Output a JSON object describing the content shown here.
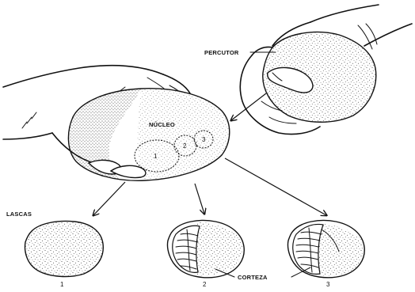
{
  "labels": {
    "percutor": "PERCUTOR",
    "nucleo": "NÚCLEO",
    "lascas": "LASCAS",
    "corteza": "CORTEZA"
  },
  "core_flake_numbers": [
    "1",
    "2",
    "3"
  ],
  "flake_numbers": [
    "1",
    "2",
    "3"
  ]
}
